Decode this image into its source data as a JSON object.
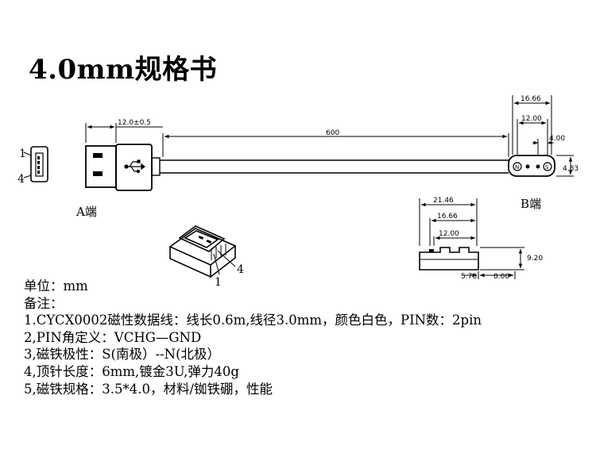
{
  "title": "4.0mm规格书",
  "side_a": {
    "label": "A端",
    "pin_top": "1",
    "pin_bottom": "4",
    "dim_plug_length": "12.0±0.5",
    "iso_pin_1": "1",
    "iso_pin_4": "4"
  },
  "cable": {
    "dim_length": "600"
  },
  "side_b": {
    "label": "B端",
    "dim_16_66": "16.66",
    "dim_12_00": "12.00",
    "dim_4_00": "4.00",
    "dim_4_83": "4.83",
    "pin_n": "N",
    "pin_s": "S"
  },
  "side_b_section": {
    "dim_21_46": "21.46",
    "dim_16_66": "16.66",
    "dim_12_00": "12.00",
    "dim_9_20": "9.20",
    "dim_5_70": "5.70",
    "dim_8_00": "8.00"
  },
  "notes": [
    "单位：mm",
    "备注：",
    "1.CYCX0002磁性数据线：线长0.6m,线径3.0mm，颜色白色，PIN数：2pin",
    "2,PIN角定义：VCHG—GND",
    "3,磁铁极性：S(南极）--N(北极）",
    "4,顶针长度：6mm,镀金3U,弹力40g",
    "5,磁铁规格：3.5*4.0，材料/铷铁硼，性能"
  ]
}
